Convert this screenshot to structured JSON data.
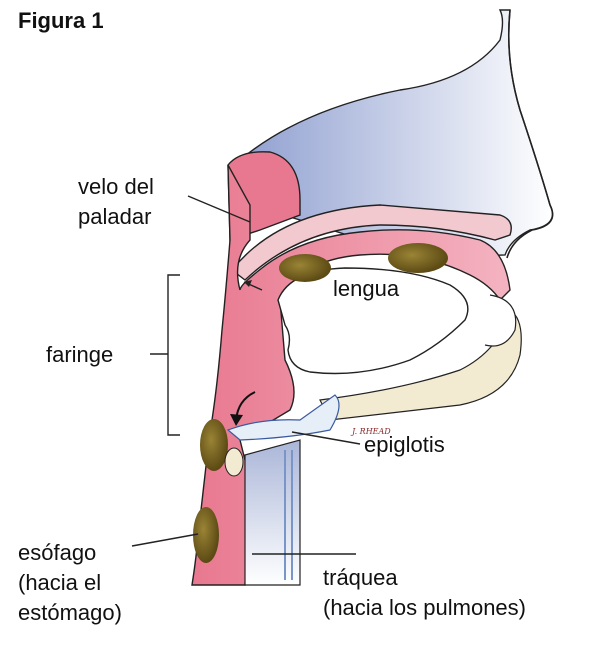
{
  "figure": {
    "title": "Figura 1",
    "signature": "J. RHEAD"
  },
  "labels": {
    "velo_line1": "velo del",
    "velo_line2": "paladar",
    "lengua": "lengua",
    "faringe": "faringe",
    "epiglotis": "epiglotis",
    "esofago_line1": "esófago",
    "esofago_line2": "(hacia el",
    "esofago_line3": "estómago)",
    "traquea_line1": "tráquea",
    "traquea_line2": "(hacia los pulmones)"
  },
  "colors": {
    "tissue_pink": "#e8788f",
    "tissue_light": "#f2b8c4",
    "face_blue": "#b9c3e0",
    "bolus": "#7a6420",
    "cartilage": "#f3ead2",
    "line": "#222222"
  }
}
